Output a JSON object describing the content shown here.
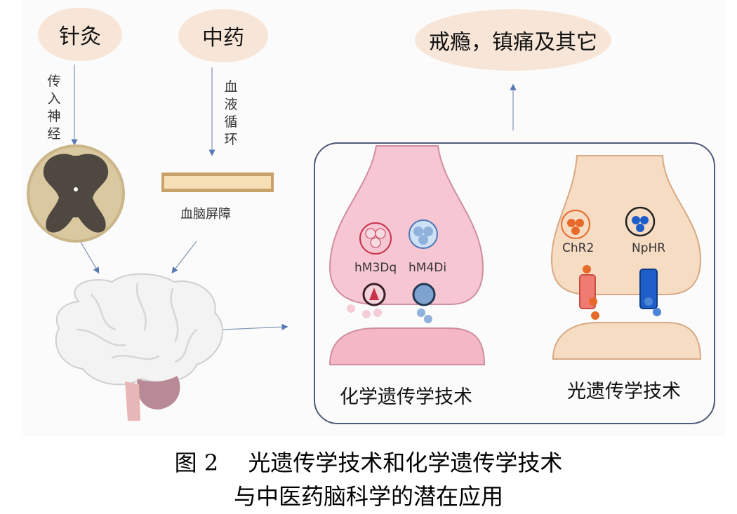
{
  "top_nodes": {
    "acupuncture": "针灸",
    "tcm": "中药",
    "outcomes": "戒瘾，镇痛及其它"
  },
  "pathways": {
    "afferent_nerve": "传入神经",
    "blood_circulation": "血液循环",
    "blood_brain_barrier": "血脑屏障"
  },
  "panel": {
    "chemogenetics_label": "化学遗传学技术",
    "optogenetics_label": "光遗传学技术",
    "receptors": {
      "hm3dq": "hM3Dq",
      "hm4di": "hM4Di",
      "chr2": "ChR2",
      "nphr": "NpHR"
    }
  },
  "caption": {
    "line1": "图 2　 光遗传学技术和化学遗传学技术",
    "line2": "与中医药脑科学的潜在应用"
  },
  "colors": {
    "oval_fill": "#f7e6d8",
    "chemo_synapse": "#f6c6d2",
    "opto_synapse": "#f7dcc4",
    "hm3dq": "#c8334b",
    "hm4di": "#4f78b8",
    "chr2": "#e76a2a",
    "nphr": "#1f5ec8",
    "arrow": "#5a78b8"
  }
}
